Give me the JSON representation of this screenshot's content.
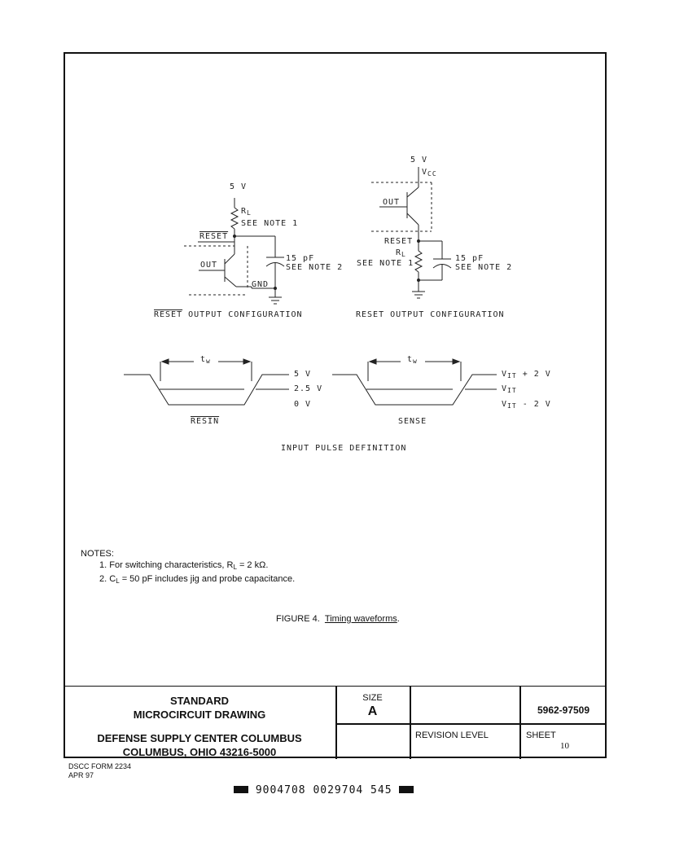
{
  "diagrams": {
    "reset_bar": {
      "supply": "5 V",
      "rl": "R",
      "rl_sub": "L",
      "see_note_1": "SEE NOTE 1",
      "pin": "RESET",
      "cap": "15 pF",
      "see_note_2": "SEE NOTE 2",
      "out": "OUT",
      "gnd": "GND",
      "caption": "OUTPUT CONFIGURATION",
      "caption_pin": "RESET"
    },
    "reset": {
      "supply": "5 V",
      "vcc": "V",
      "vcc_sub": "CC",
      "out": "OUT",
      "pin": "RESET",
      "rl": "R",
      "rl_sub": "L",
      "see_note_1": "SEE NOTE 1",
      "cap": "15 pF",
      "see_note_2": "SEE NOTE 2",
      "caption": "RESET OUTPUT CONFIGURATION"
    },
    "pulse_left": {
      "tw": "t",
      "tw_sub": "w",
      "level_high": "5 V",
      "level_mid": "2.5 V",
      "level_low": "0 V",
      "name": "RESIN"
    },
    "pulse_right": {
      "tw": "t",
      "tw_sub": "w",
      "level_high_a": "V",
      "level_high_sub": "IT",
      "level_high_b": "+ 2 V",
      "level_mid_a": "V",
      "level_mid_sub": "IT",
      "level_low_a": "V",
      "level_low_sub": "IT",
      "level_low_b": "- 2 V",
      "name": "SENSE"
    },
    "pulse_caption": "INPUT PULSE DEFINITION"
  },
  "notes": {
    "heading": "NOTES:",
    "n1_a": "1.  For switching characteristics, R",
    "n1_sub": "L",
    "n1_b": " = 2 kΩ.",
    "n2_a": "2.  C",
    "n2_sub": "L",
    "n2_b": " = 50 pF includes jig and probe capacitance."
  },
  "figure": {
    "prefix": "FIGURE 4.",
    "title": "Timing waveforms",
    "suffix": "."
  },
  "title_block": {
    "std_line1": "STANDARD",
    "std_line2": "MICROCIRCUIT DRAWING",
    "size_label": "SIZE",
    "size_value": "A",
    "dwg_number": "5962-97509",
    "dscc_line1": "DEFENSE SUPPLY CENTER COLUMBUS",
    "dscc_line2": "COLUMBUS, OHIO 43216-5000",
    "rev_label": "REVISION LEVEL",
    "sheet_label": "SHEET",
    "sheet_value": "10"
  },
  "form": {
    "line1": "DSCC FORM 2234",
    "line2": "APR 97"
  },
  "barcode": "9004708 0029704 545"
}
